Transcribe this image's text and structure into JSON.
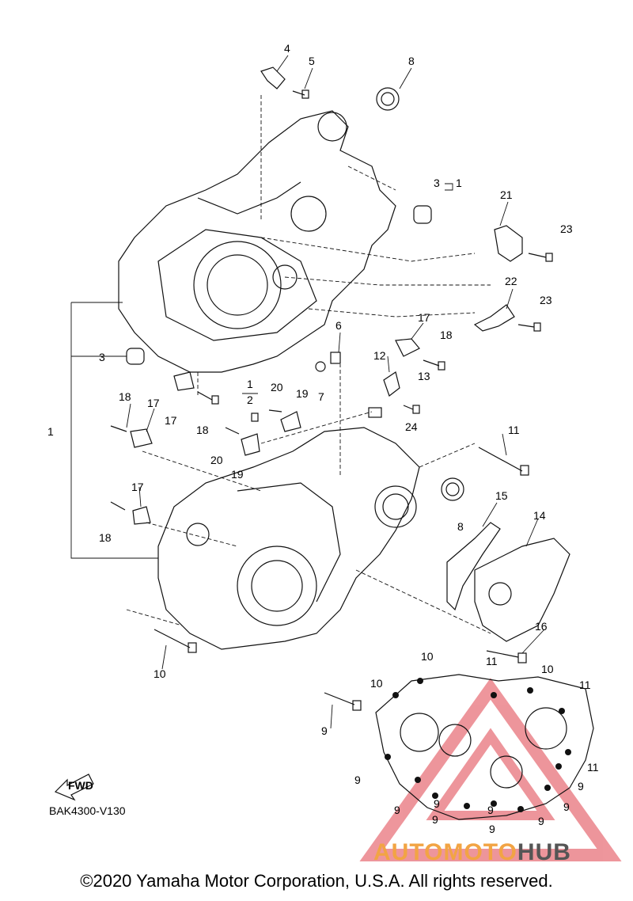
{
  "diagram": {
    "code": "BAK4300-V130",
    "fwd_label": "FWD",
    "copyright": "©2020 Yamaha Motor Corporation, U.S.A. All rights reserved.",
    "watermark": {
      "part1": "AUTOMOTO",
      "part2": "HUB",
      "color1": "#f2a444",
      "color2": "#555555",
      "triangle_color": "#e0404a"
    },
    "callouts": [
      "4",
      "5",
      "8",
      "3",
      "1",
      "21",
      "23",
      "22",
      "23",
      "17",
      "18",
      "6",
      "12",
      "13",
      "7",
      "1",
      "2",
      "20",
      "19",
      "18",
      "17",
      "3",
      "1",
      "24",
      "11",
      "18",
      "17",
      "20",
      "19",
      "17",
      "18",
      "8",
      "15",
      "14",
      "16",
      "10",
      "10",
      "11",
      "10",
      "10",
      "11",
      "9",
      "9",
      "9",
      "9",
      "9",
      "9",
      "9",
      "11",
      "9",
      "9",
      "9"
    ]
  }
}
